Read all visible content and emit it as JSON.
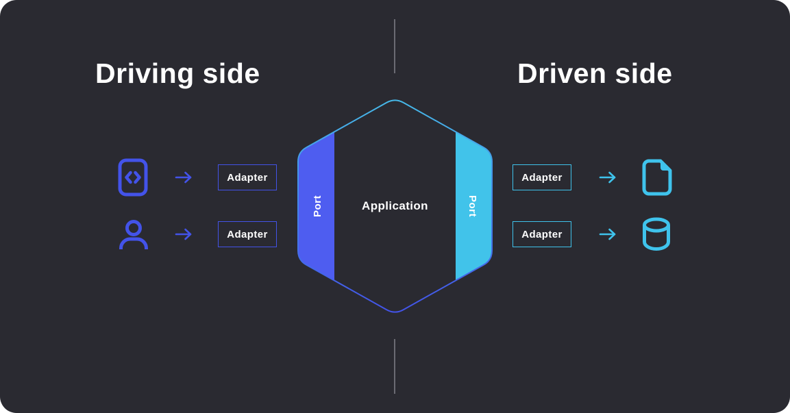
{
  "titles": {
    "driving": "Driving side",
    "driven": "Driven side"
  },
  "hexagon": {
    "application_label": "Application",
    "left_port_label": "Port",
    "right_port_label": "Port"
  },
  "driving_side": {
    "rows": [
      {
        "icon": "code-icon",
        "adapter_label": "Adapter"
      },
      {
        "icon": "user-icon",
        "adapter_label": "Adapter"
      }
    ]
  },
  "driven_side": {
    "rows": [
      {
        "adapter_label": "Adapter",
        "icon": "document-icon"
      },
      {
        "adapter_label": "Adapter",
        "icon": "database-icon"
      }
    ]
  },
  "icons": [
    "code-icon",
    "user-icon",
    "arrow-right-icon",
    "document-icon",
    "database-icon"
  ],
  "colors": {
    "blue": "#4353e9",
    "blue_band": "#4e5df0",
    "cyan": "#3fc3ec",
    "cyan_band": "#41c3ea",
    "divider": "#6b6b73",
    "text": "#ffffff",
    "bg": "#2a2a31",
    "page_bg": "#ffffff"
  }
}
